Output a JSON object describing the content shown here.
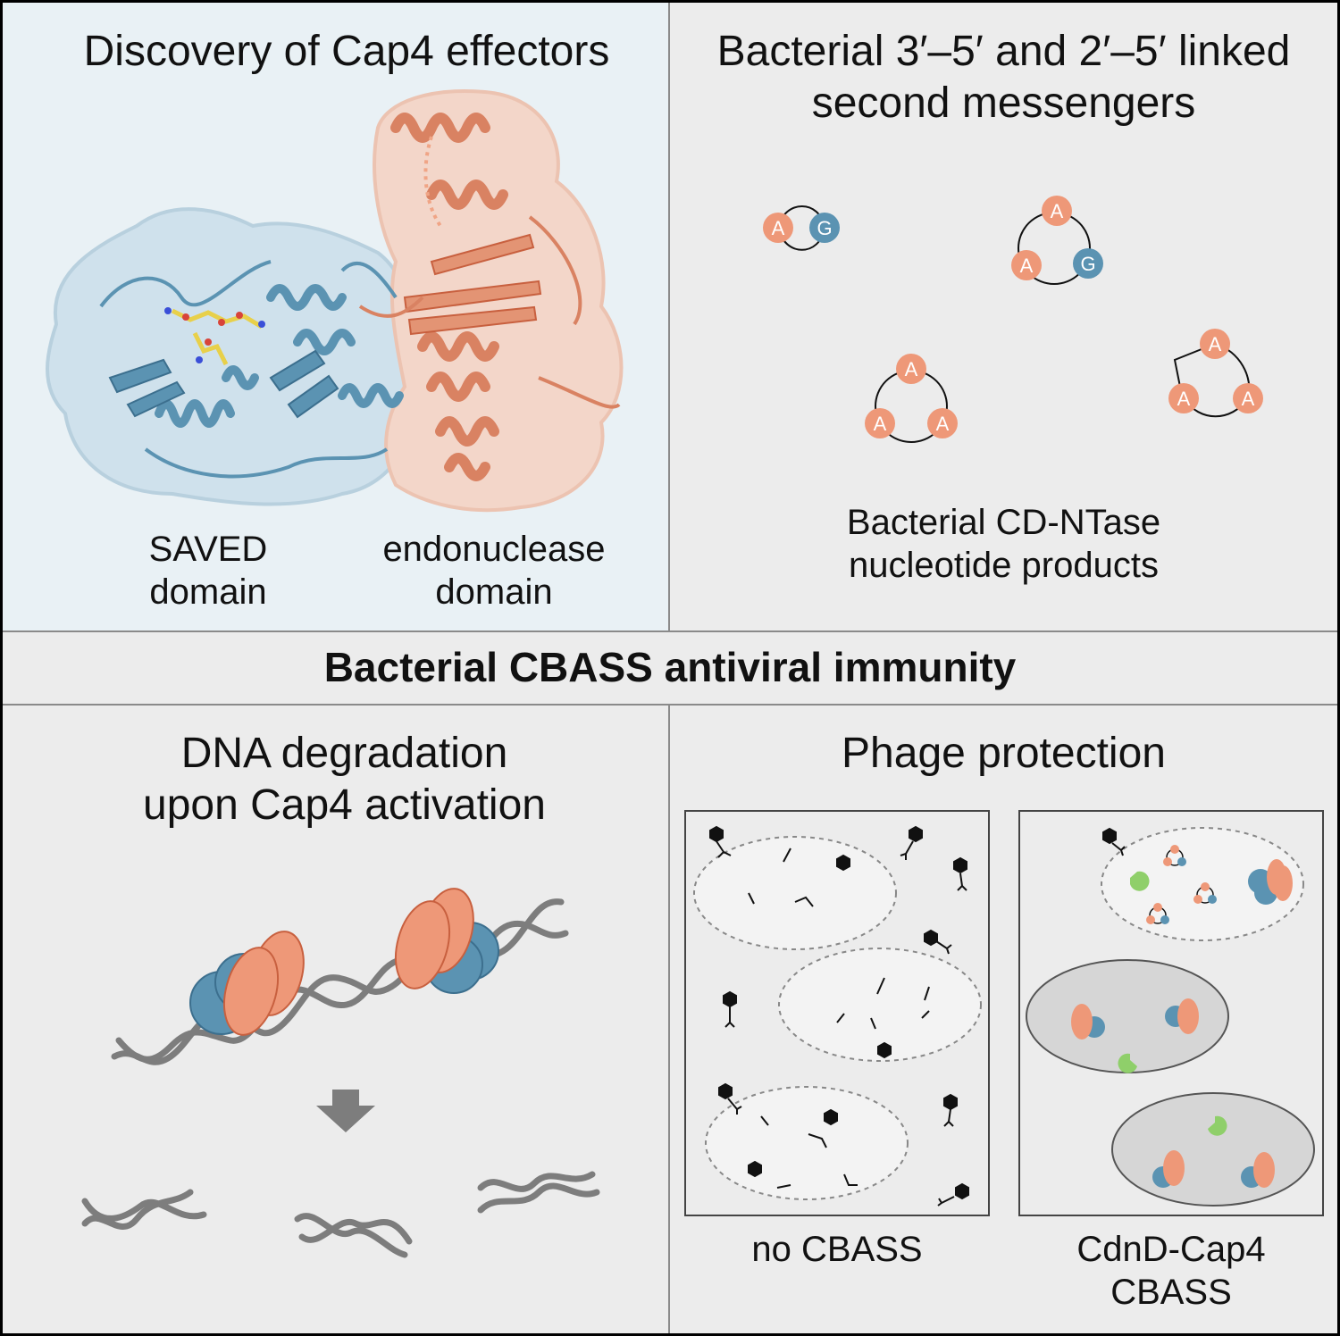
{
  "panels": {
    "top_left": {
      "title": "Discovery of Cap4 effectors",
      "label_saved": [
        "SAVED",
        "domain"
      ],
      "label_endo": [
        "endonuclease",
        "domain"
      ]
    },
    "top_right": {
      "title_lines": [
        "Bacterial 3′–5′ and 2′–5′ linked",
        "second messengers"
      ],
      "caption_lines": [
        "Bacterial CD-NTase",
        "nucleotide products"
      ],
      "nucleotide_letters": {
        "a": "A",
        "g": "G"
      }
    },
    "banner": {
      "text": "Bacterial CBASS antiviral immunity"
    },
    "bottom_left": {
      "title_lines": [
        "DNA degradation",
        "upon Cap4 activation"
      ]
    },
    "bottom_right": {
      "title": "Phage protection",
      "caption_left": "no CBASS",
      "caption_right_lines": [
        "CdnD-Cap4",
        "CBASS"
      ]
    }
  },
  "colors": {
    "salmon": "#ee9878",
    "salmon_edge": "#c8603f",
    "blue": "#5b93b2",
    "blue_edge": "#3c6f8e",
    "green": "#8fcf6a",
    "dna": "#7d7d7d",
    "panel_tl_bg": "#e9f1f5",
    "panel_bg": "#ececec",
    "cell_fill": "#d6d6d6"
  },
  "icons": [
    "protein-structure",
    "cyclic-dinucleotide",
    "cyclic-trinucleotide",
    "dna-helix",
    "down-arrow",
    "phage",
    "bacterial-cell"
  ]
}
